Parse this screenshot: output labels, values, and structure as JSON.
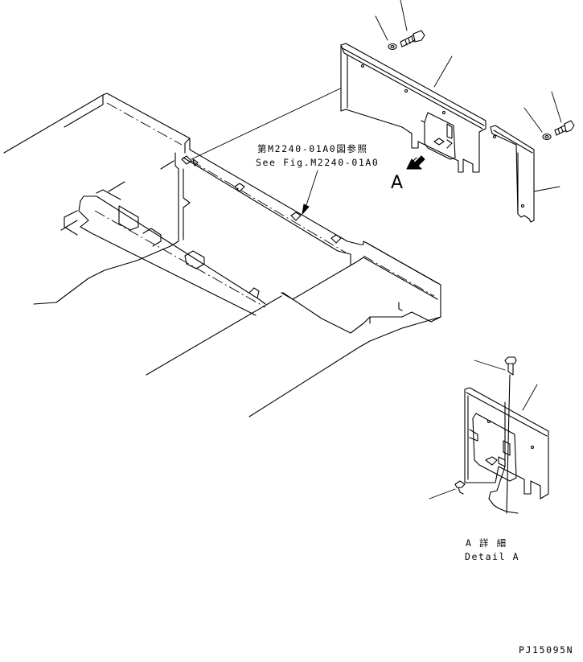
{
  "labels": {
    "ref_jp": "第M2240-01A0図参照",
    "ref_en": "See Fig.M2240-01A0",
    "view_letter": "A",
    "detail_jp": "A 詳 細",
    "detail_en": "Detail A",
    "drawing_id": "PJ15095N"
  },
  "icons": {
    "view_arrow": "view-direction-arrow-icon"
  }
}
